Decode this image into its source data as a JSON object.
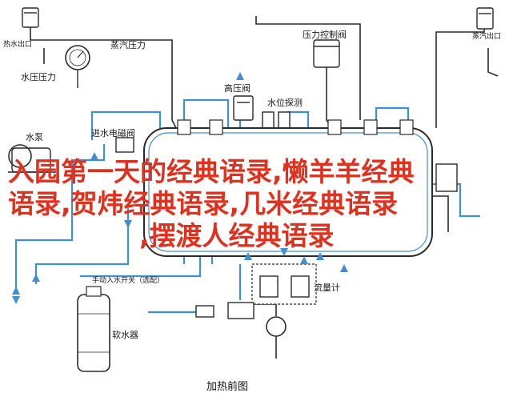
{
  "labels": {
    "top_left": "热水出口",
    "steam_gauge": "蒸汽压力",
    "water_gauge": "水压压力",
    "pressure_valve": "压力控制阀",
    "top_right": "蒸汽出口",
    "high_valve": "高压阀",
    "water_probe": "水位探测",
    "pump": "水泵",
    "solenoid": "进水电磁阀",
    "manual": "手动入水开关（选配）",
    "flowmeter": "流量计",
    "softener": "软水器",
    "caption": "加热前图"
  },
  "overlay": {
    "line1": "入园第一天的经典语录,懒羊羊经典",
    "line2": "语录,贺炜经典语录,几米经典语录",
    "line3": ",摆渡人经典语录"
  },
  "colors": {
    "pipe": "#3d8fd6",
    "outline": "#2a2a2a",
    "overlay_text": "#e0311e"
  }
}
